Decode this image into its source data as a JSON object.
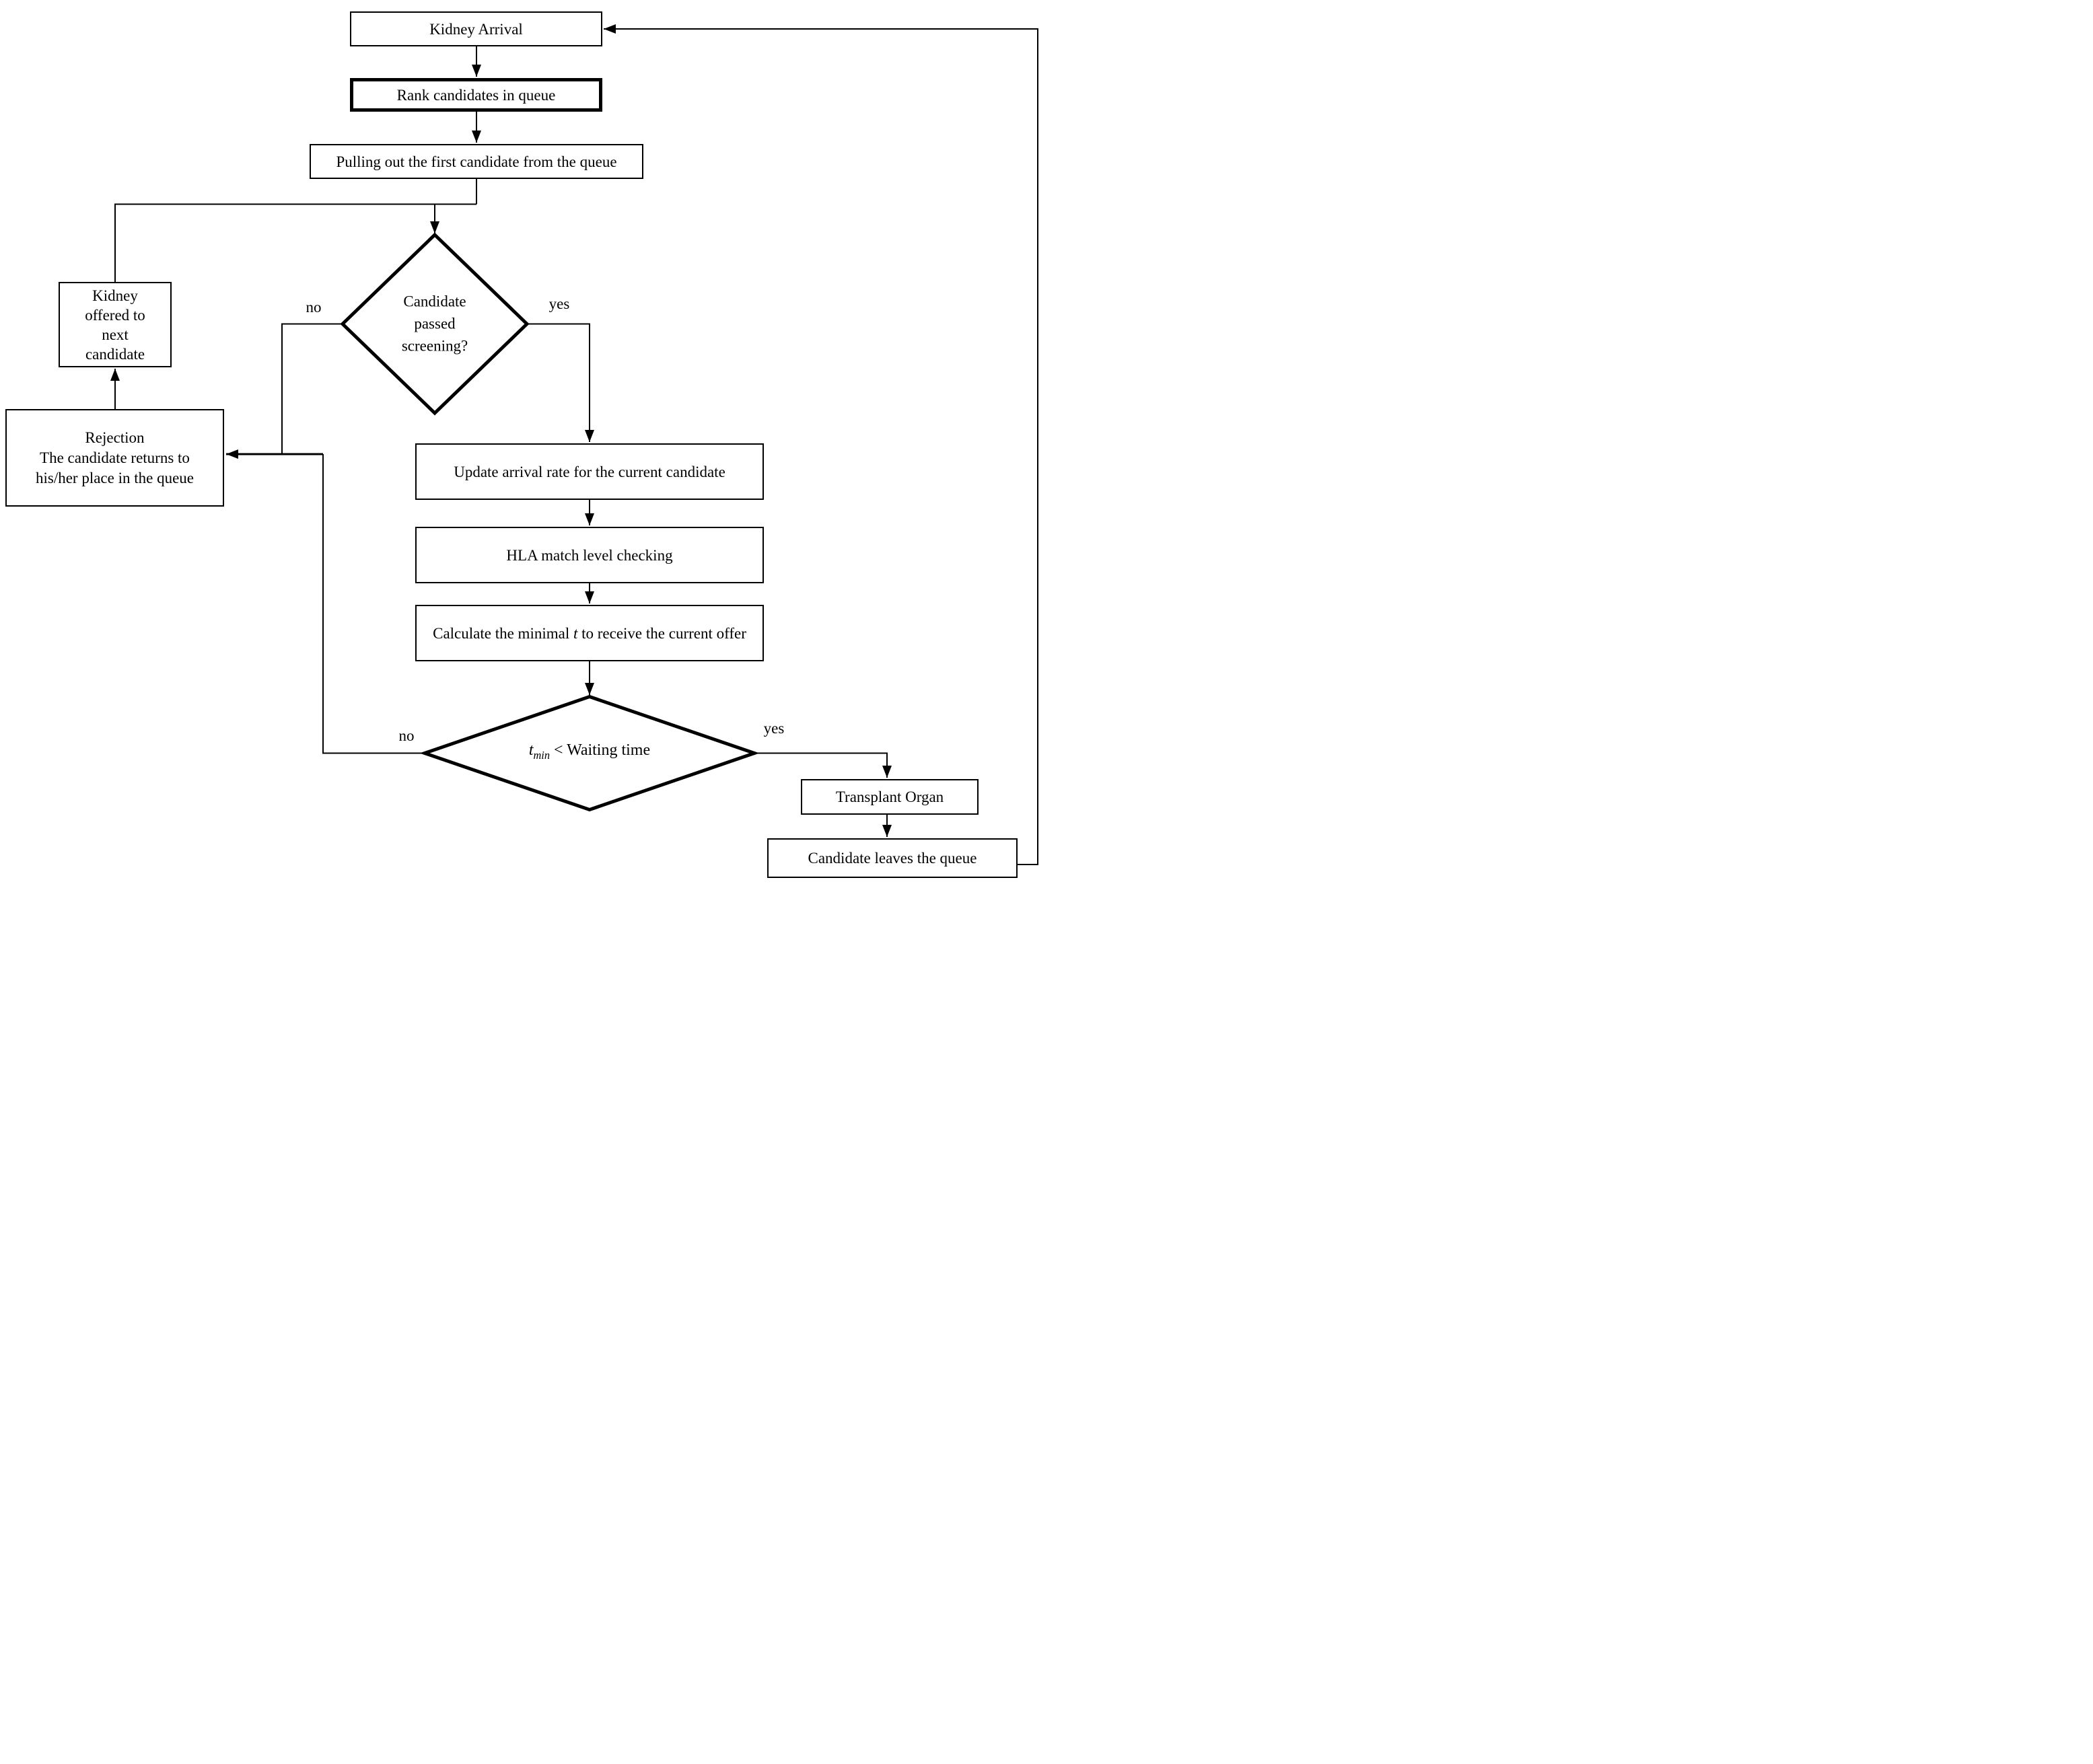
{
  "diagram": {
    "type": "flowchart",
    "topic": "Kidney allocation queue process"
  },
  "nodes": {
    "kidney_arrival": {
      "label": "Kidney Arrival"
    },
    "rank_candidates": {
      "label": "Rank candidates in queue"
    },
    "pulling_out": {
      "label": "Pulling out the first candidate from the queue"
    },
    "screening_decision": {
      "line1": "Candidate",
      "line2": "passed",
      "line3": "screening?"
    },
    "kidney_offered": {
      "line1": "Kidney",
      "line2": "offered to",
      "line3": "next",
      "line4": "candidate"
    },
    "rejection": {
      "line1": "Rejection",
      "line2": "The candidate returns to",
      "line3": "his/her place in the queue"
    },
    "update_arrival": {
      "label": "Update arrival rate for the current candidate"
    },
    "hla_match": {
      "label": "HLA match level checking"
    },
    "calculate_minimal": {
      "prefix": "Calculate the minimal ",
      "variable": "t",
      "suffix": " to receive the current offer"
    },
    "waiting_decision": {
      "variable": "t",
      "subscript": "min",
      "rest": " < Waiting time"
    },
    "transplant": {
      "label": "Transplant Organ"
    },
    "candidate_leaves": {
      "label": "Candidate leaves the queue"
    }
  },
  "edge_labels": {
    "screening_no": "no",
    "screening_yes": "yes",
    "waiting_no": "no",
    "waiting_yes": "yes"
  },
  "colors": {
    "line": "#000000",
    "background": "#ffffff",
    "node_fill": "#ffffff"
  }
}
